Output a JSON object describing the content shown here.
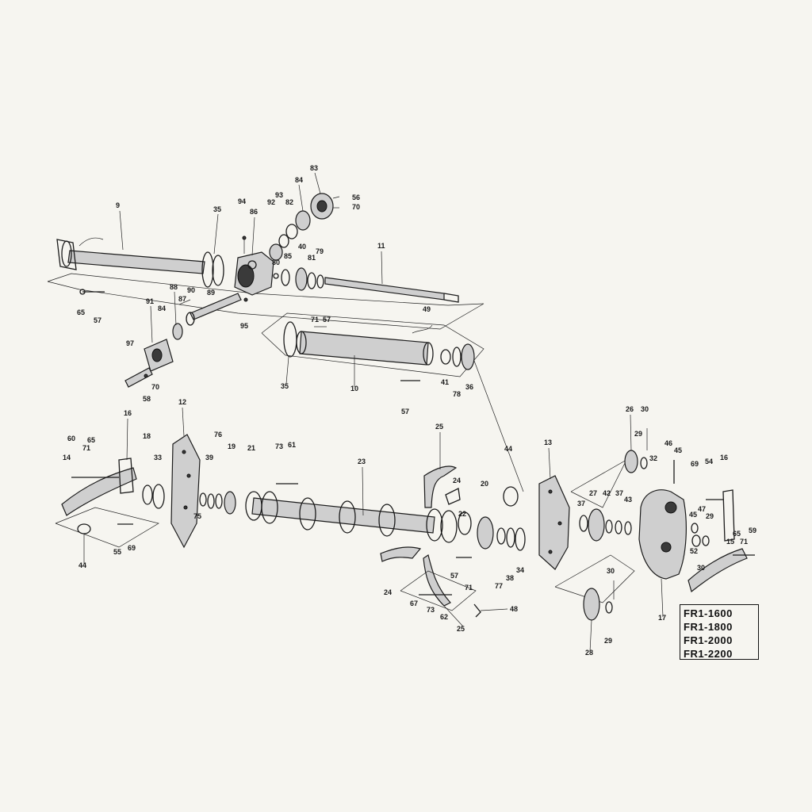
{
  "models": [
    "FR1-1600",
    "FR1-1800",
    "FR1-2000",
    "FR1-2200"
  ],
  "part_numbers": {
    "p83": "83",
    "p84a": "84",
    "p56a": "56",
    "p70a": "70",
    "p93": "93",
    "p92": "92",
    "p82": "82",
    "p9": "9",
    "p35a": "35",
    "p94": "94",
    "p86": "86",
    "p40": "40",
    "p11": "11",
    "p80": "80",
    "p85": "85",
    "p81": "81",
    "p79": "79",
    "p65a": "65",
    "p57a": "57",
    "p88": "88",
    "p91": "91",
    "p84b": "84",
    "p87": "87",
    "p90": "90",
    "p89": "89",
    "p95": "95",
    "p49": "49",
    "p71a": "71",
    "p57b": "57",
    "p97": "97",
    "p70b": "70",
    "p58": "58",
    "p35b": "35",
    "p10": "10",
    "p41": "41",
    "p78": "78",
    "p36": "36",
    "p57c": "57",
    "p16a": "16",
    "p12": "12",
    "p60": "60",
    "p65b": "65",
    "p71b": "71",
    "p14": "14",
    "p18": "18",
    "p33": "33",
    "p76": "76",
    "p39": "39",
    "p19": "19",
    "p21": "21",
    "p73a": "73",
    "p61": "61",
    "p23": "23",
    "p25a": "25",
    "p24a": "24",
    "p44a": "44",
    "p20": "20",
    "p22": "22",
    "p13": "13",
    "p26": "26",
    "p30a": "30",
    "p29a": "29",
    "p32": "32",
    "p46": "46",
    "p45a": "45",
    "p69a": "69",
    "p54": "54",
    "p16b": "16",
    "p27": "27",
    "p42": "42",
    "p37a": "37",
    "p37b": "37",
    "p43": "43",
    "p45b": "45",
    "p47": "47",
    "p29b": "29",
    "p52": "52",
    "p65c": "65",
    "p59": "59",
    "p15": "15",
    "p71c": "71",
    "p30b": "30",
    "p75": "75",
    "p44b": "44",
    "p55": "55",
    "p69b": "69",
    "p57d": "57",
    "p71d": "71",
    "p77": "77",
    "p38": "38",
    "p34": "34",
    "p24b": "24",
    "p67": "67",
    "p73b": "73",
    "p62": "62",
    "p25b": "25",
    "p48": "48",
    "p30c": "30",
    "p29c": "29",
    "p28": "28",
    "p17": "17"
  }
}
